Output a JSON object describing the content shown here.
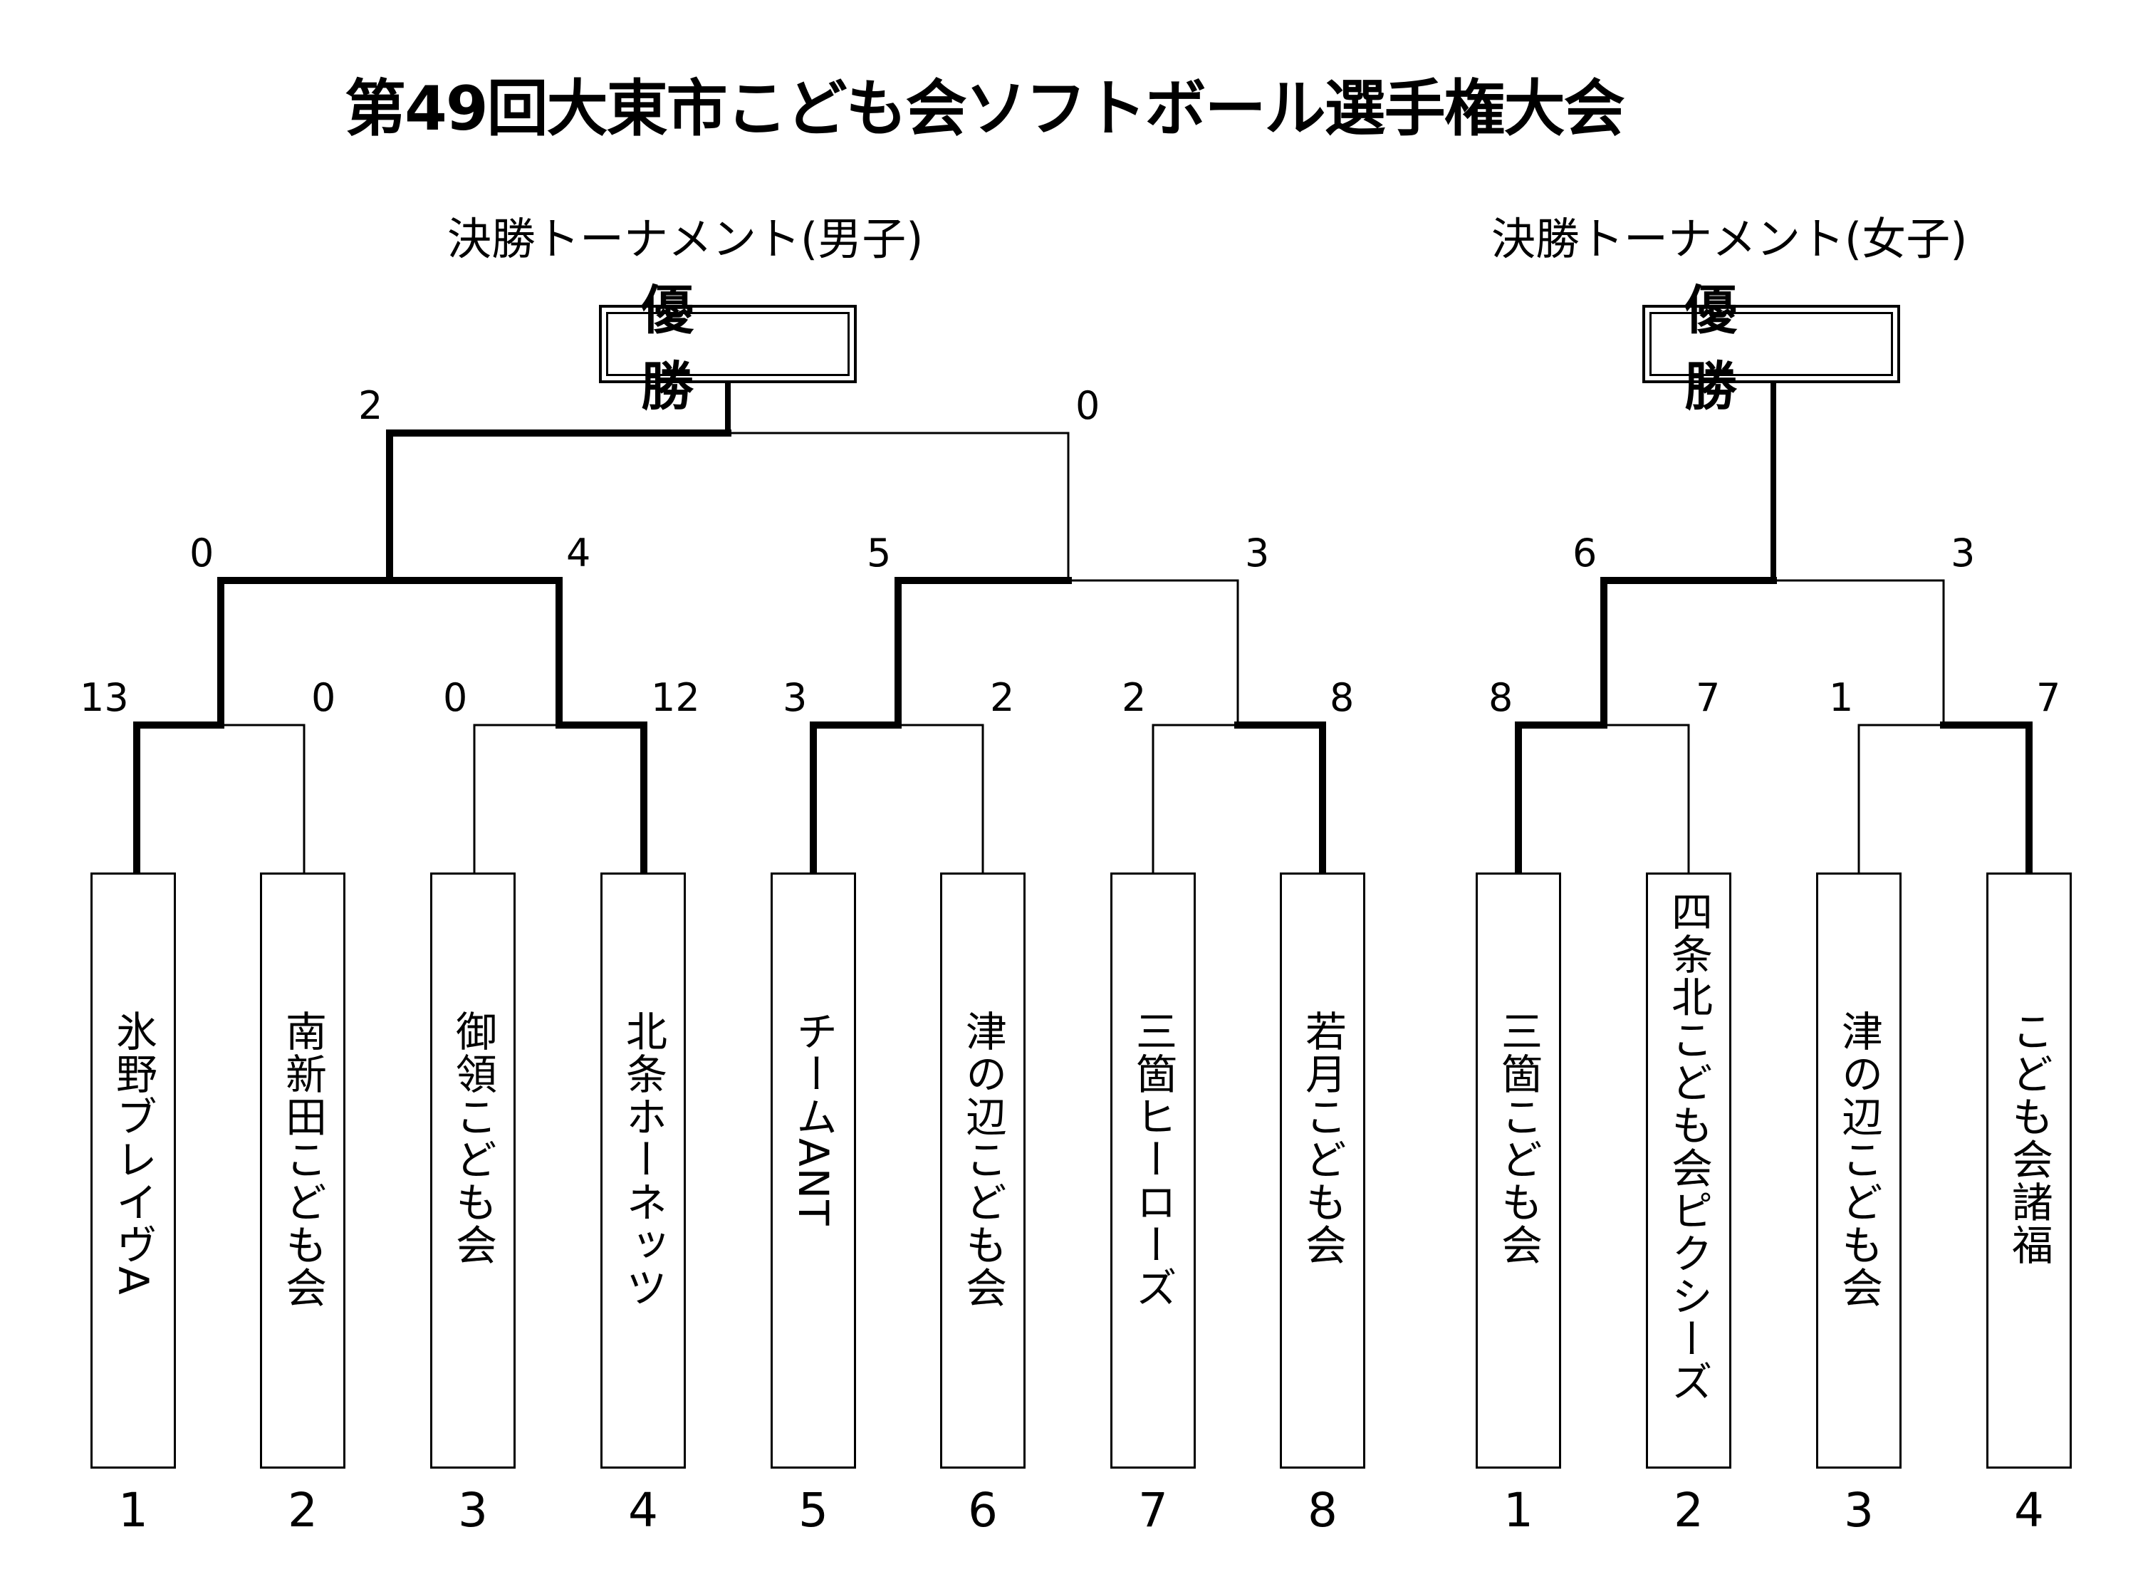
{
  "title": "第49回大東市こども会ソフトボール選手権大会",
  "winner_label": "優 勝",
  "boys": {
    "heading": "決勝トーナメント(男子)",
    "teams": [
      {
        "seed": "1",
        "name": "氷野ブレイヴA"
      },
      {
        "seed": "2",
        "name": "南新田こども会"
      },
      {
        "seed": "3",
        "name": "御領こども会"
      },
      {
        "seed": "4",
        "name": "北条ホーネッツ"
      },
      {
        "seed": "5",
        "name": "チームANT"
      },
      {
        "seed": "6",
        "name": "津の辺こども会"
      },
      {
        "seed": "7",
        "name": "三箇ヒーローズ"
      },
      {
        "seed": "8",
        "name": "若月こども会"
      }
    ],
    "round1": [
      {
        "left": "13",
        "right": "0"
      },
      {
        "left": "0",
        "right": "12"
      },
      {
        "left": "3",
        "right": "2"
      },
      {
        "left": "2",
        "right": "8"
      }
    ],
    "semifinals": [
      {
        "left": "0",
        "right": "4"
      },
      {
        "left": "5",
        "right": "3"
      }
    ],
    "final": {
      "left": "2",
      "right": "0"
    }
  },
  "girls": {
    "heading": "決勝トーナメント(女子)",
    "teams": [
      {
        "seed": "1",
        "name": "三箇こども会"
      },
      {
        "seed": "2",
        "name": "四条北こども会ピクシーズ"
      },
      {
        "seed": "3",
        "name": "津の辺こども会"
      },
      {
        "seed": "4",
        "name": "こども会諸福"
      }
    ],
    "round1": [
      {
        "left": "8",
        "right": "7"
      },
      {
        "left": "1",
        "right": "7"
      }
    ],
    "final": {
      "left": "6",
      "right": "3"
    }
  }
}
